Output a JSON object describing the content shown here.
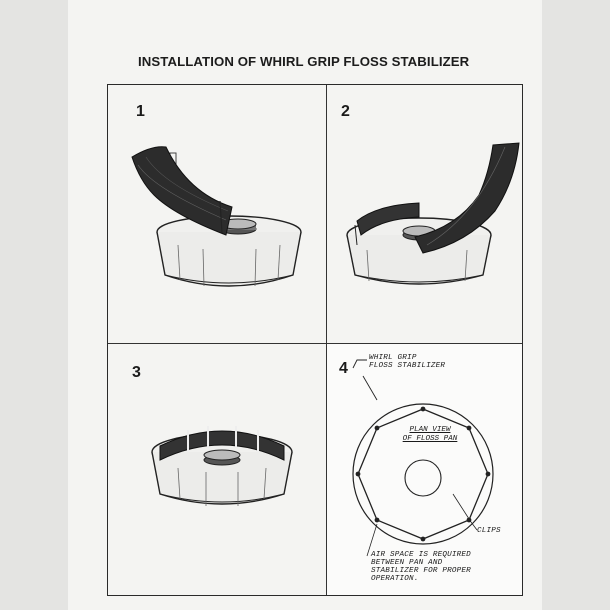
{
  "title": "INSTALLATION OF WHIRL GRIP FLOSS STABILIZER",
  "panels": [
    {
      "number": "1"
    },
    {
      "number": "2"
    },
    {
      "number": "3"
    },
    {
      "number": "4"
    }
  ],
  "plan": {
    "callout_stabilizer_1": "WHIRL GRIP",
    "callout_stabilizer_2": "FLOSS STABILIZER",
    "plan_view_1": "PLAN VIEW",
    "plan_view_2": "OF FLOSS PAN",
    "clips": "CLIPS",
    "air_note_1": "AIR SPACE IS REQUIRED",
    "air_note_2": "BETWEEN PAN AND",
    "air_note_3": "STABILIZER FOR PROPER",
    "air_note_4": "OPERATION."
  }
}
